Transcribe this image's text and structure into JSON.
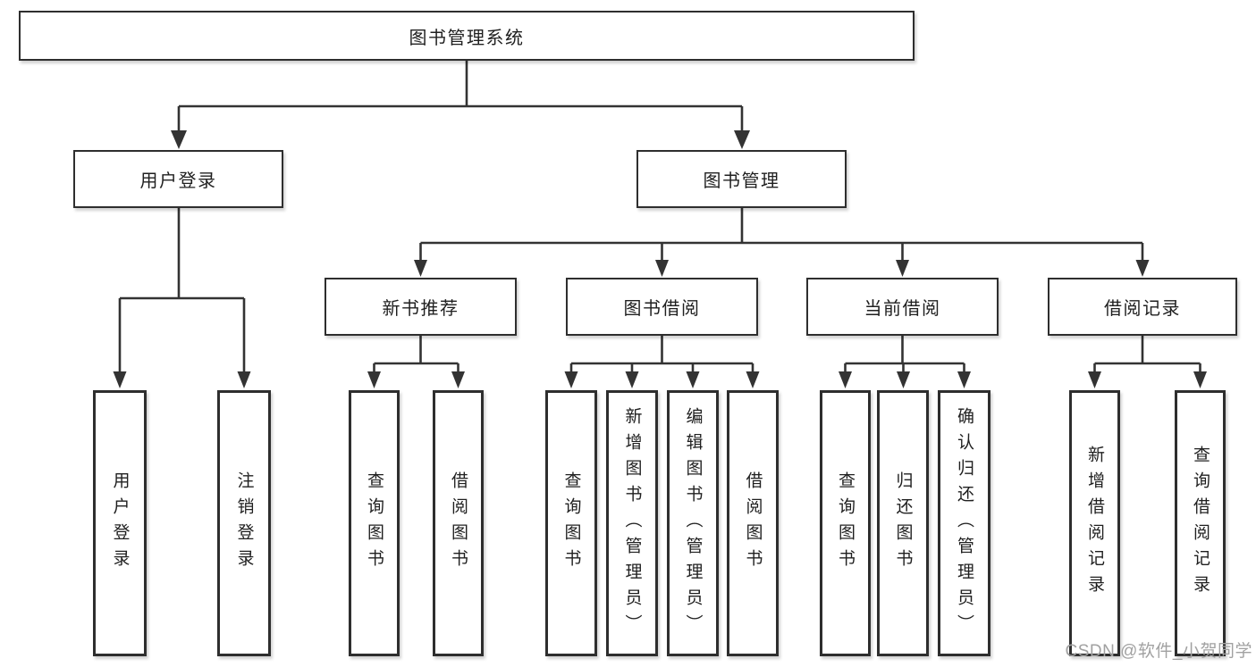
{
  "nodes": {
    "root": "图书管理系统",
    "user_login": "用户登录",
    "book_mgmt": "图书管理",
    "level3": [
      "新书推荐",
      "图书借阅",
      "当前借阅",
      "借阅记录"
    ],
    "leaves": {
      "user_login": [
        "用户登录",
        "注销登录"
      ],
      "new_book": [
        "查询图书",
        "借阅图书"
      ],
      "book_borrow": [
        "查询图书",
        "新增图书（管理员）",
        "编辑图书（管理员）",
        "借阅图书"
      ],
      "current_borrow": [
        "查询图书",
        "归还图书",
        "确认归还（管理员）"
      ],
      "borrow_record": [
        "新增借阅记录",
        "查询借阅记录"
      ]
    }
  },
  "watermark": {
    "text": "CSDN @软件_小贺同学",
    "color": "#a1a1a1"
  },
  "colors": {
    "line": "#333333",
    "box_border": "#2e2e2e",
    "text": "#1f1f1f",
    "background": "#ffffff"
  }
}
